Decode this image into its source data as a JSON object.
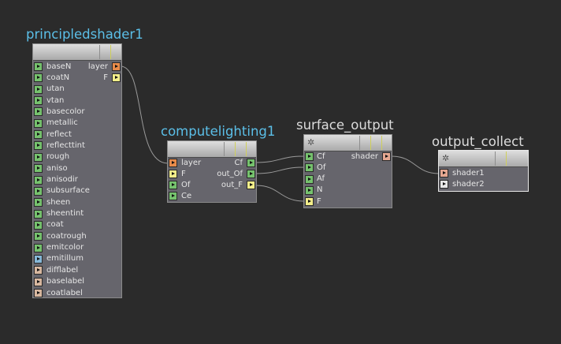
{
  "colors": {
    "background": "#2b2b2b",
    "node_body": "#66656c",
    "selected_title": "#5bbfe8",
    "wire": "#9a9a9a"
  },
  "nodes": {
    "principledshader1": {
      "title": "principledshader1",
      "inputs": [
        {
          "label": "baseN",
          "type": "green"
        },
        {
          "label": "coatN",
          "type": "green"
        },
        {
          "label": "utan",
          "type": "green"
        },
        {
          "label": "vtan",
          "type": "green"
        },
        {
          "label": "basecolor",
          "type": "green"
        },
        {
          "label": "metallic",
          "type": "green"
        },
        {
          "label": "reflect",
          "type": "green"
        },
        {
          "label": "reflecttint",
          "type": "green"
        },
        {
          "label": "rough",
          "type": "green"
        },
        {
          "label": "aniso",
          "type": "green"
        },
        {
          "label": "anisodir",
          "type": "green"
        },
        {
          "label": "subsurface",
          "type": "green"
        },
        {
          "label": "sheen",
          "type": "green"
        },
        {
          "label": "sheentint",
          "type": "green"
        },
        {
          "label": "coat",
          "type": "green"
        },
        {
          "label": "coatrough",
          "type": "green"
        },
        {
          "label": "emitcolor",
          "type": "green"
        },
        {
          "label": "emitillum",
          "type": "blue"
        },
        {
          "label": "difflabel",
          "type": "tan"
        },
        {
          "label": "baselabel",
          "type": "tan"
        },
        {
          "label": "coatlabel",
          "type": "tan"
        }
      ],
      "outputs": [
        {
          "label": "layer",
          "type": "orange"
        },
        {
          "label": "F",
          "type": "yellow"
        }
      ]
    },
    "computelighting1": {
      "title": "computelighting1",
      "inputs": [
        {
          "label": "layer",
          "type": "orange"
        },
        {
          "label": "F",
          "type": "yellow"
        },
        {
          "label": "Of",
          "type": "green"
        },
        {
          "label": "Ce",
          "type": "green"
        }
      ],
      "outputs": [
        {
          "label": "Cf",
          "type": "green"
        },
        {
          "label": "out_Of",
          "type": "green"
        },
        {
          "label": "out_F",
          "type": "yellow"
        }
      ]
    },
    "surface_output": {
      "title": "surface_output",
      "inputs": [
        {
          "label": "Cf",
          "type": "green"
        },
        {
          "label": "Of",
          "type": "green"
        },
        {
          "label": "Af",
          "type": "green"
        },
        {
          "label": "N",
          "type": "green"
        },
        {
          "label": "F",
          "type": "yellow"
        }
      ],
      "outputs": [
        {
          "label": "shader",
          "type": "salmon"
        }
      ]
    },
    "output_collect": {
      "title": "output_collect",
      "inputs": [
        {
          "label": "shader1",
          "type": "salmon"
        },
        {
          "label": "shader2",
          "type": "white"
        }
      ],
      "outputs": []
    }
  }
}
